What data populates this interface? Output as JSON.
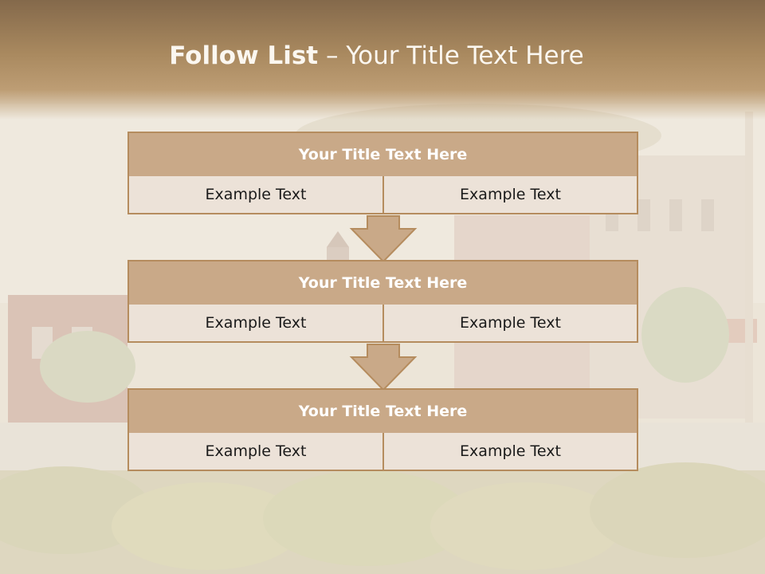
{
  "slide": {
    "title_bold": "Follow List",
    "title_rest": " – Your Title Text Here"
  },
  "steps": [
    {
      "title": "Your Title Text Here",
      "left": "Example Text",
      "right": "Example Text"
    },
    {
      "title": "Your Title Text Here",
      "left": "Example Text",
      "right": "Example Text"
    },
    {
      "title": "Your Title Text Here",
      "left": "Example Text",
      "right": "Example Text"
    }
  ],
  "colors": {
    "header_band": "#a9895f",
    "box_header": "#c9a988",
    "box_cell": "#ece2d8",
    "border": "#b58c5e",
    "arrow_fill": "#c9a988"
  }
}
